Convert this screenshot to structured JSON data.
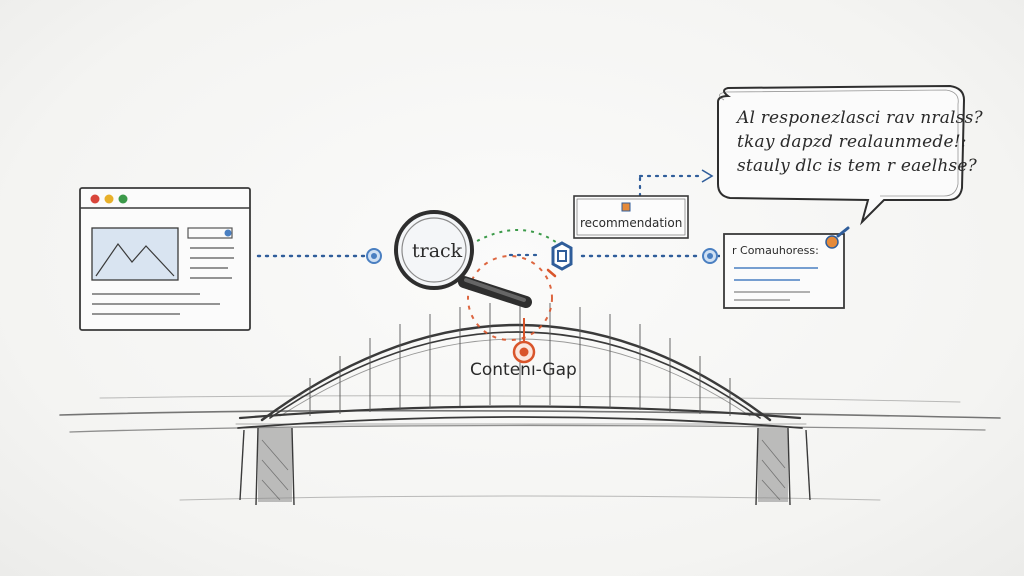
{
  "labels": {
    "magnifier": "track",
    "recommendation": "recommendation",
    "content_gap": "Contenı-Gap",
    "panel_title": "r Comauhoress:"
  },
  "speech_bubble": {
    "lines": [
      "Al responezlasci rav nralss?",
      "tkay dapzd realaunmede!:",
      "stauly dlc is tem r eaelhse?"
    ]
  },
  "browser_dots": [
    "#d9463b",
    "#e8b02a",
    "#3c9a4a"
  ],
  "colors": {
    "connector_blue": "#2f5d9a",
    "node_blue": "#4a7fc1",
    "accent_orange": "#d9552b",
    "accent_green": "#3c9a4a",
    "pencil": "#3a3a3a"
  },
  "icons": {
    "magnifier": "magnifier-icon",
    "target": "target-icon",
    "hub": "hub-icon",
    "pin": "pin-icon",
    "image_placeholder": "image-icon"
  }
}
